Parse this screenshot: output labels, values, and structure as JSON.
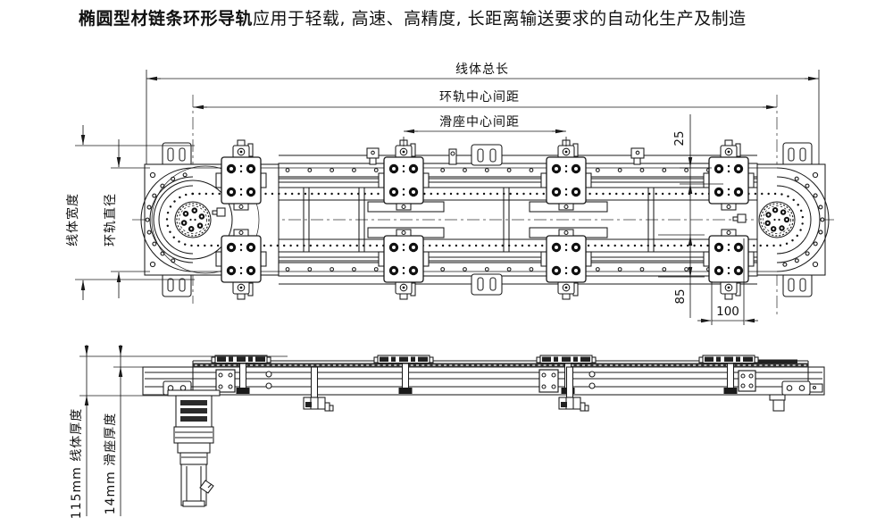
{
  "title": {
    "bold": "椭圆型材链条环形导轨",
    "regular": "应用于轻载, 高速、高精度, 长距离输送要求的自动化生产及制造"
  },
  "top_view": {
    "dimensions": {
      "total_length": "线体总长",
      "ring_rail_center_distance": "环轨中心间距",
      "slider_center_distance": "滑座中心间距",
      "rail_top_offset": "25",
      "line_body_width": "线体宽度",
      "ring_rail_diameter": "环轨直径",
      "bottom_offset": "85",
      "end_offset": "100"
    }
  },
  "side_view": {
    "dimensions": {
      "line_body_thickness": "115mm 线体厚度",
      "slider_seat_thickness": "14mm 滑座厚度"
    }
  },
  "colors": {
    "line": "#1a1a1a",
    "background": "#ffffff"
  }
}
